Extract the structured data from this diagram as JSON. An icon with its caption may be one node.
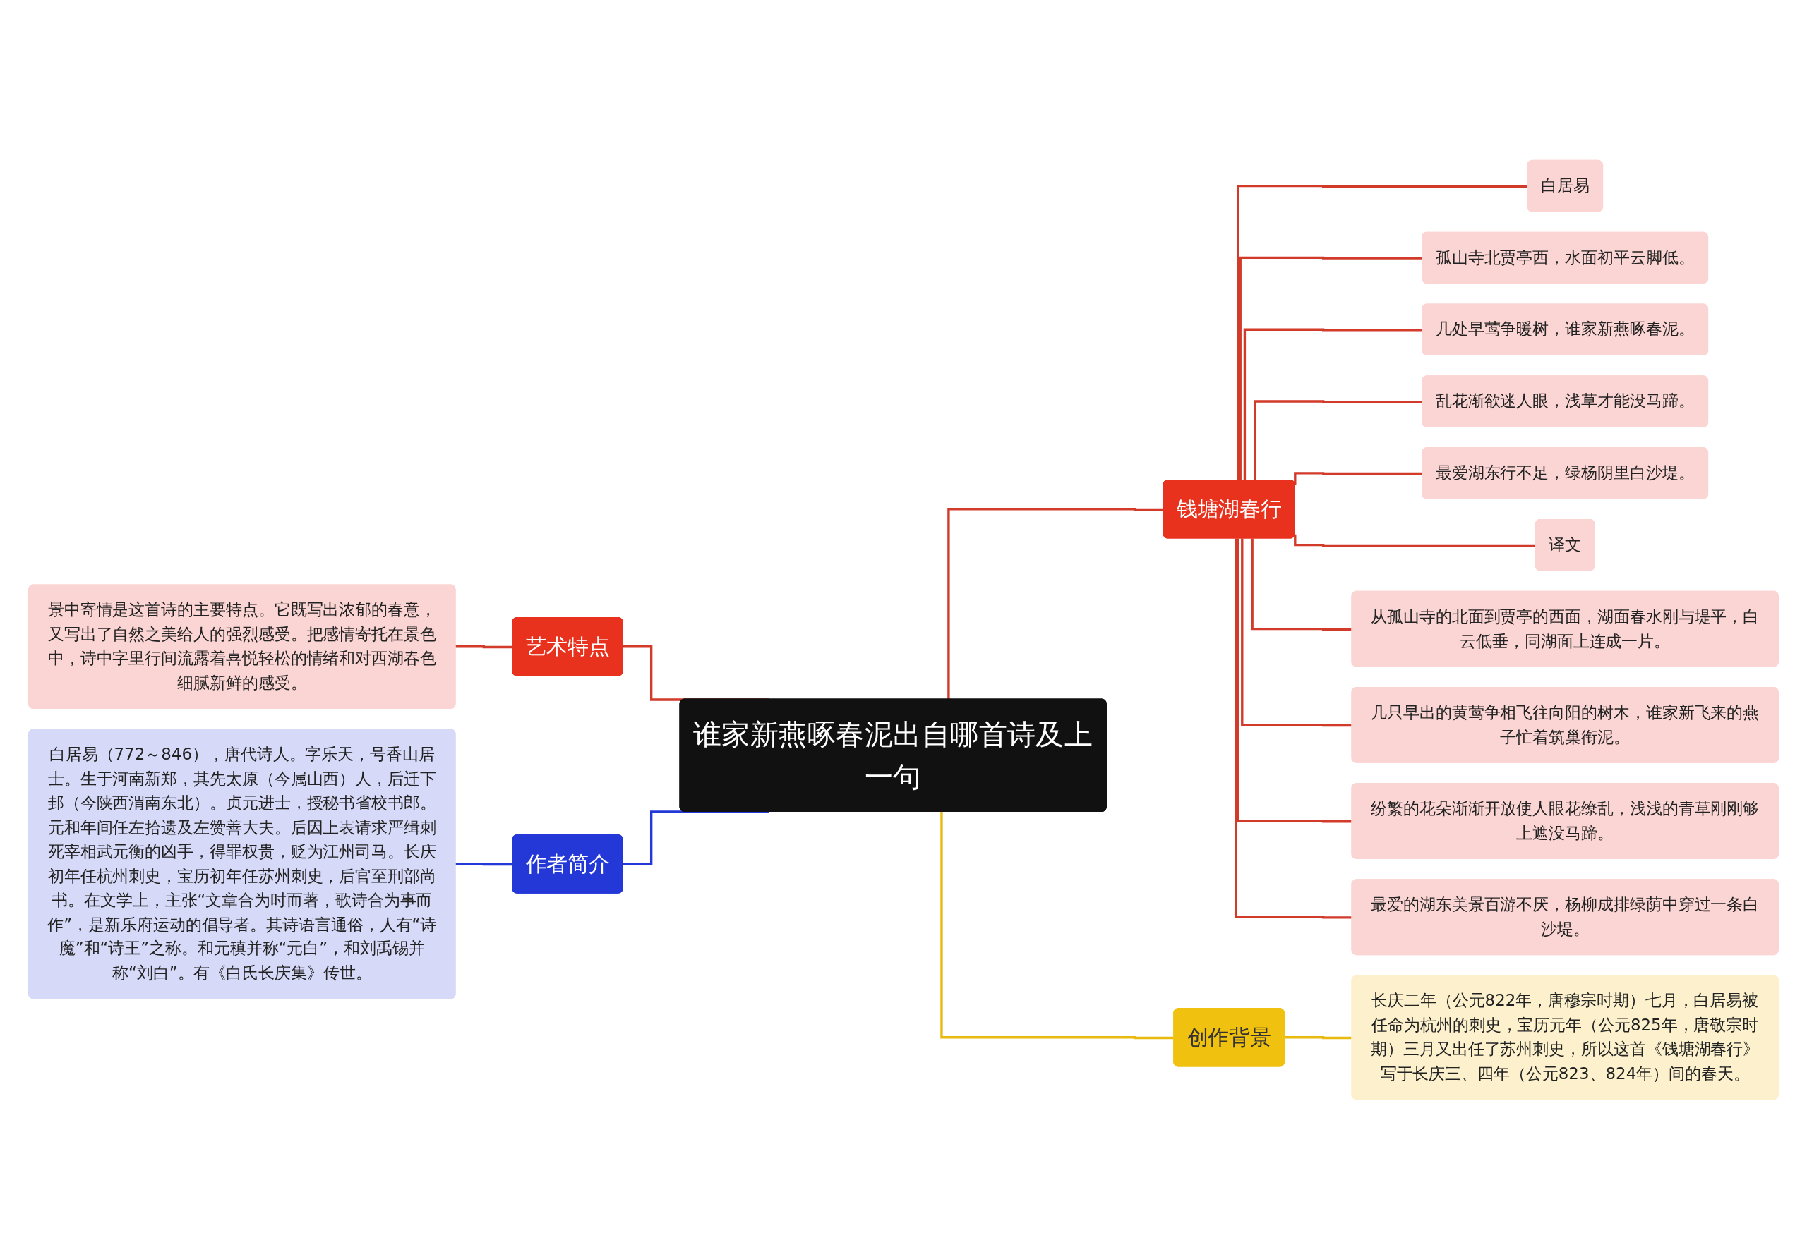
{
  "diagram": {
    "nodes": [
      {
        "text": [
          "谁家新燕啄春泥出自哪首诗及上一句"
        ]
      },
      {
        "text": [
          "艺术特点"
        ]
      },
      {
        "text": [
          "景中寄情是这首诗的主要特点。它既写出浓郁的春意，又写出了自然之美给人的强烈感受。把感情寄托在景色中，诗中字里行间流露着喜悦轻松的情绪和对西湖春色细腻新鲜的感受。"
        ]
      },
      {
        "text": [
          "作者简介"
        ]
      },
      {
        "text": [
          "白居易（772～846），唐代诗人。字乐天，号香山居士。生于河南新郑，其先太原（今属山西）人，后迁下邽（今陕西渭南东北）。贞元进士，授秘书省校书郎。元和年间任左拾遗及左赞善大夫。后因上表请求严缉刺死宰相武元衡的凶手，得罪权贵，贬为江州司马。长庆初年任杭州刺史，宝历初年任苏州刺史，后官至刑部尚书。在文学上，主张“文章合为时而著，歌诗合为事而作”，是新乐府运动的倡导者。其诗语言通俗，人有“诗魔”和“诗王”之称。和元稹并称“元白”，和刘禹锡并称“刘白”。有《白氏长庆集》传世。"
        ]
      },
      {
        "text": [
          "钱塘湖春行"
        ]
      },
      {
        "text": [
          "白居易"
        ]
      },
      {
        "text": [
          "孤山寺北贾亭西，水面初平云脚低。"
        ]
      },
      {
        "text": [
          "几处早莺争暖树，谁家新燕啄春泥。"
        ]
      },
      {
        "text": [
          "乱花渐欲迷人眼，浅草才能没马蹄。"
        ]
      },
      {
        "text": [
          "最爱湖东行不足，绿杨阴里白沙堤。"
        ]
      },
      {
        "text": [
          "译文"
        ]
      },
      {
        "text": [
          "从孤山寺的北面到贾亭的西面，湖面春水刚与堤平，白云低垂，同湖面上连成一片。"
        ]
      },
      {
        "text": [
          "几只早出的黄莺争相飞往向阳的树木，谁家新飞来的燕子忙着筑巢衔泥。"
        ]
      },
      {
        "text": [
          "纷繁的花朵渐渐开放使人眼花缭乱，浅浅的青草刚刚够上遮没马蹄。"
        ]
      },
      {
        "text": [
          "最爱的湖东美景百游不厌，杨柳成排绿荫中穿过一条白沙堤。"
        ]
      },
      {
        "text": [
          "创作背景"
        ]
      },
      {
        "text": [
          "长庆二年（公元822年，唐穆宗时期）七月，白居易被任命为杭州的刺史，宝历元年（公元825年，唐敬宗时期）三月又出任了苏州刺史，所以这首《钱塘湖春行》写于长庆三、四年（公元823、824年）间的春天。"
        ]
      }
    ],
    "edges": [
      {
        "from": 0,
        "to": 1,
        "arrow": "none"
      },
      {
        "from": 1,
        "to": 2,
        "arrow": "none"
      },
      {
        "from": 0,
        "to": 3,
        "arrow": "none",
        "color": "#2438d8"
      },
      {
        "from": 3,
        "to": 4,
        "arrow": "none",
        "color": "#2438d8"
      },
      {
        "from": 0,
        "to": 5,
        "arrow": "none"
      },
      {
        "from": 5,
        "to": 6,
        "arrow": "none"
      },
      {
        "from": 5,
        "to": 7,
        "arrow": "none"
      },
      {
        "from": 5,
        "to": 8,
        "arrow": "none"
      },
      {
        "from": 5,
        "to": 9,
        "arrow": "none"
      },
      {
        "from": 5,
        "to": 10,
        "arrow": "none"
      },
      {
        "from": 5,
        "to": 11,
        "arrow": "none"
      },
      {
        "from": 5,
        "to": 12,
        "arrow": "none"
      },
      {
        "from": 5,
        "to": 13,
        "arrow": "none"
      },
      {
        "from": 5,
        "to": 14,
        "arrow": "none"
      },
      {
        "from": 5,
        "to": 15,
        "arrow": "none"
      },
      {
        "from": 0,
        "to": 16,
        "arrow": "none",
        "color": "#e8b90f"
      },
      {
        "from": 16,
        "to": 17,
        "arrow": "none",
        "color": "#e8b90f"
      }
    ]
  }
}
